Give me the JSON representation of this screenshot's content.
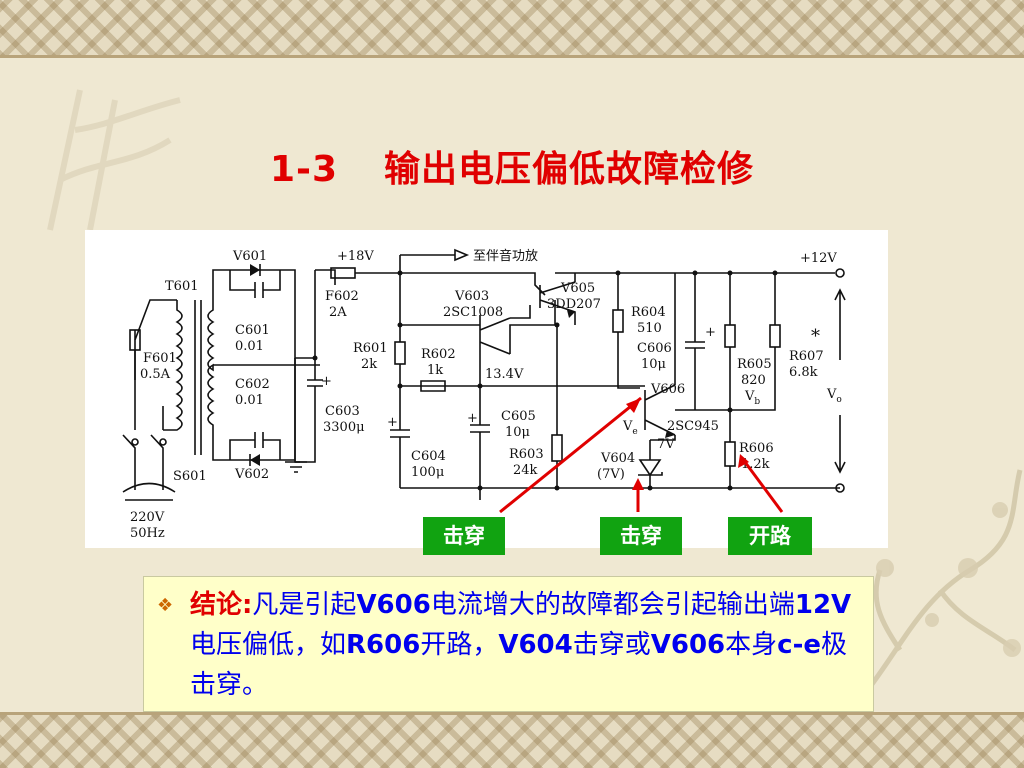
{
  "slide": {
    "title_number": "1-3",
    "title_text": "输出电压偏低故障检修"
  },
  "circuit": {
    "labels": {
      "v601": "V601",
      "v602": "V602",
      "t601": "T601",
      "f601": "F601",
      "f601_val": "0.5A",
      "c601": "C601",
      "c601_val": "0.01",
      "c602": "C602",
      "c602_val": "0.01",
      "s601": "S601",
      "mains_v": "220V",
      "mains_hz": "50Hz",
      "plus18": "+18V",
      "to_amp": "至伴音功放",
      "f602": "F602",
      "f602_val": "2A",
      "c603": "C603",
      "c603_val": "3300μ",
      "plus_sign": "+",
      "r601": "R601",
      "r601_val": "2k",
      "r602": "R602",
      "r602_val": "1k",
      "v603": "V603",
      "v603_type": "2SC1008",
      "v605": "V605",
      "v605_type": "3DD207",
      "node_voltage": "13.4V",
      "c604": "C604",
      "c604_val": "100μ",
      "c605": "C605",
      "c605_val": "10μ",
      "r603": "R603",
      "r603_val": "24k",
      "r604": "R604",
      "r604_val": "510",
      "c606": "C606",
      "c606_val": "10μ",
      "v606": "V606",
      "v606_type": "2SC945",
      "ve_main": "V",
      "ve_sub": "e",
      "seven_v": "7V",
      "v604": "V604",
      "v604_val": "(7V)",
      "r605": "R605",
      "r605_val": "820",
      "vb_main": "V",
      "vb_sub": "b",
      "r606": "R606",
      "r606_val": "1.2k",
      "r607": "R607",
      "r607_val": "6.8k",
      "star": "*",
      "plus12": "+12V",
      "vo_main": "V",
      "vo_sub": "o"
    }
  },
  "tags": [
    "击穿",
    "击穿",
    "开路"
  ],
  "colors": {
    "title": "#e00000",
    "tag_bg": "#11a311",
    "arrow": "#e00000",
    "note_text": "#0000ee"
  },
  "note": {
    "bullet": "❖",
    "lead": "结论",
    "colon": ":",
    "p1": "凡是引起",
    "b1": "V606",
    "p2": "电流增大的故障都会引起输出端",
    "b2": "12V",
    "p3": "电压偏低，如",
    "b3": "R606",
    "p4": "开路，",
    "b4": "V604",
    "p5": "击穿或",
    "b5": "V606",
    "p6": "本身",
    "b6": "c-e",
    "p7": "极击穿。"
  }
}
